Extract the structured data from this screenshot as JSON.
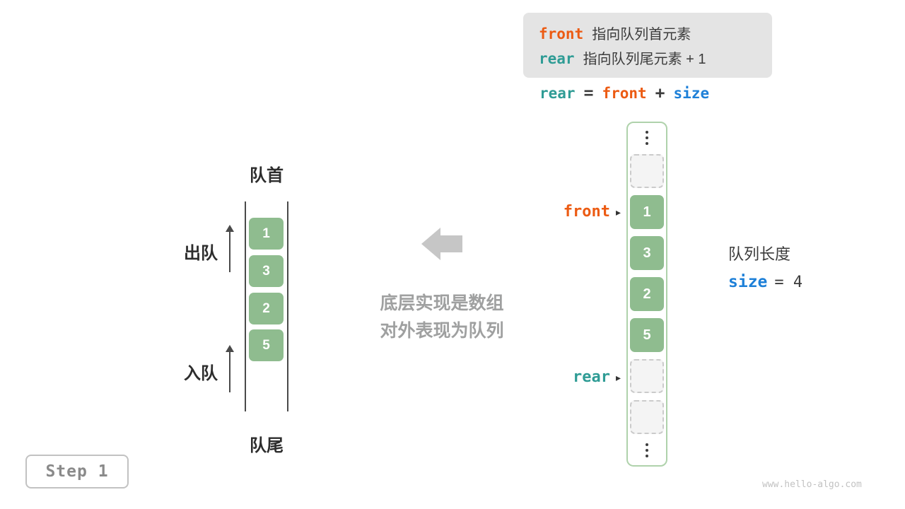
{
  "colors": {
    "front": "#EC5B13",
    "rear": "#2F9C95",
    "size": "#1E80D8",
    "cell": "#8FBC8F",
    "cellBorder": "#AFD2AB",
    "dark": "#3B3B3B",
    "gray": "#9FA0A0",
    "arrow": "#C6C6C6",
    "infoBg": "#E4E4E4"
  },
  "info_box": {
    "line1": {
      "keyword": "front",
      "text": "指向队列首元素"
    },
    "line2": {
      "keyword": "rear",
      "text": "指向队列尾元素 + 1"
    }
  },
  "formula": {
    "rear": "rear",
    "eq": "=",
    "front": "front",
    "plus": "+",
    "size": "size"
  },
  "pointers": {
    "front": "front",
    "rear": "rear",
    "arrow": "▸"
  },
  "array": {
    "cells": [
      {
        "value": ""
      },
      {
        "value": "1"
      },
      {
        "value": "3"
      },
      {
        "value": "2"
      },
      {
        "value": "5"
      },
      {
        "value": ""
      },
      {
        "value": ""
      }
    ]
  },
  "size_info": {
    "label": "队列长度",
    "keyword": "size",
    "rest": "= 4"
  },
  "queue": {
    "head": "队首",
    "tail": "队尾",
    "dequeue": "出队",
    "enqueue": "入队",
    "values": [
      "1",
      "3",
      "2",
      "5"
    ]
  },
  "center_text": {
    "line1": "底层实现是数组",
    "line2": "对外表现为队列"
  },
  "step": "Step 1",
  "watermark": "www.hello-algo.com"
}
